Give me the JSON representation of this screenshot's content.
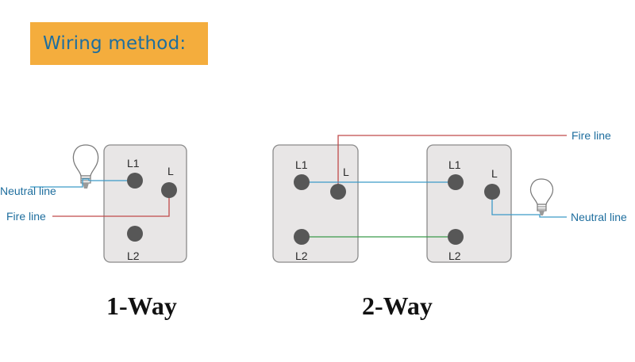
{
  "header": {
    "title": "Wiring method:"
  },
  "colors": {
    "header_bg": "#f4ad3d",
    "header_text": "#1e6e9e",
    "plate_fill": "#e8e6e6",
    "plate_stroke": "#8a8a8a",
    "terminal": "#575757",
    "neutral_wire": "#3c9ac8",
    "fire_wire": "#c04a4a",
    "traveler_wire": "#3a9a4a",
    "label_blue": "#1e6e9e"
  },
  "one_way": {
    "caption": "1-Way",
    "terminal_l1": "L1",
    "terminal_l": "L",
    "terminal_l2": "L2",
    "neutral_label": "Neutral line",
    "fire_label": "Fire line"
  },
  "two_way": {
    "caption": "2-Way",
    "left_switch": {
      "terminal_l1": "L1",
      "terminal_l": "L",
      "terminal_l2": "L2"
    },
    "right_switch": {
      "terminal_l1": "L1",
      "terminal_l": "L",
      "terminal_l2": "L2"
    },
    "fire_label": "Fire line",
    "neutral_label": "Neutral line"
  }
}
